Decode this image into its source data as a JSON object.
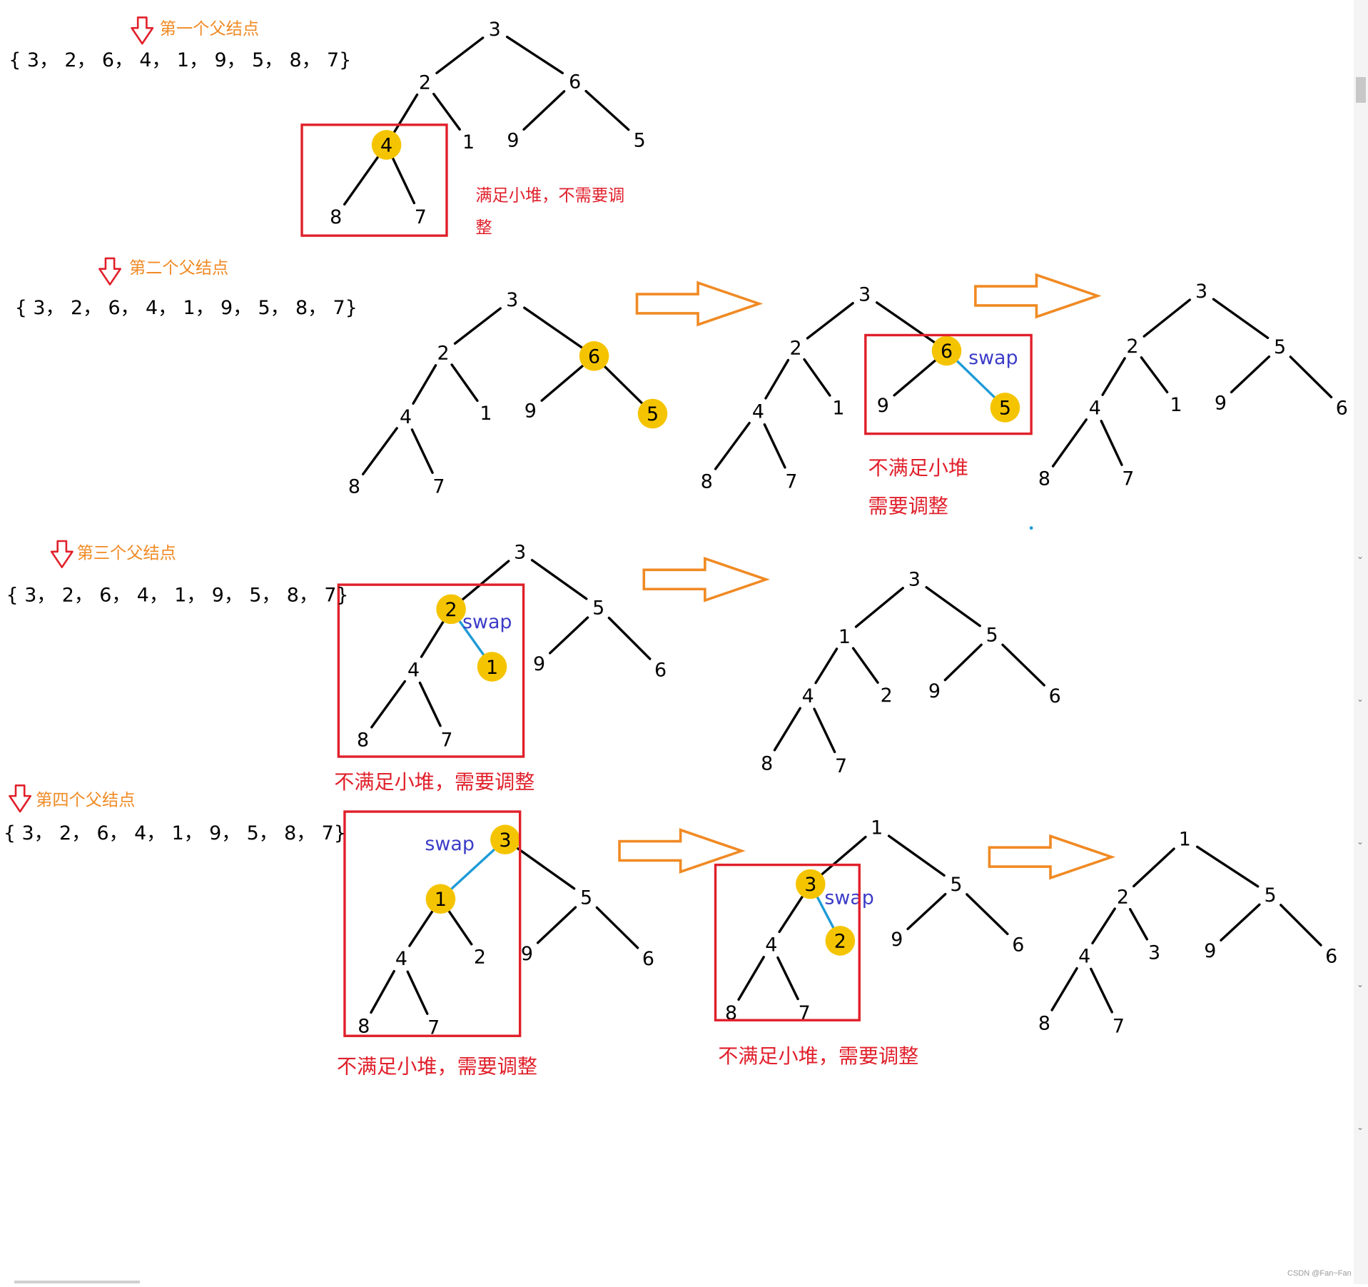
{
  "colors": {
    "line": "#000000",
    "highlight": "#f5c400",
    "box": "#e0202b",
    "caption": "#e0202b",
    "parent_label": "#f08a24",
    "pointer": "#e0202b",
    "swap_line": "#1e9bd7",
    "swap_text": "#3c3cc8",
    "big_arrow": "#f08a24"
  },
  "array_text": "{ 3， 2， 6， 4， 1， 9， 5， 8， 7}",
  "parent_labels": [
    "第一个父结点",
    "第二个父结点",
    "第三个父结点",
    "第四个父结点"
  ],
  "captions": {
    "ok_line1": "满足小堆，不需要调",
    "ok_line2": "整",
    "bad_stack_1": "不满足小堆",
    "bad_stack_2": "需要调整",
    "bad_full": "不满足小堆，需要调整"
  },
  "swap_label": "swap",
  "watermark": "CSDN @Fan~Fan",
  "scroll_arrow_glyph": "⌄"
}
